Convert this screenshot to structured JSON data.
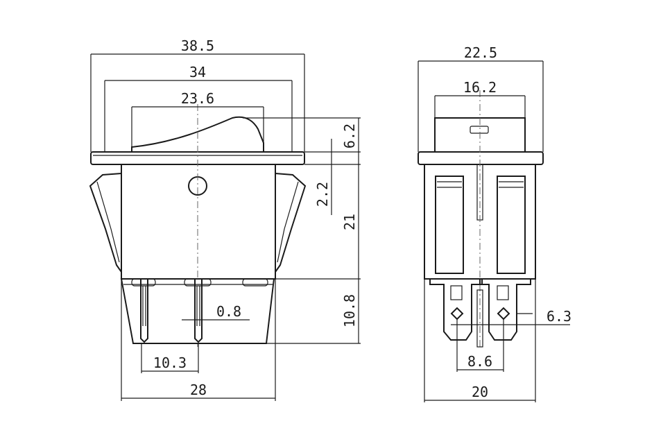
{
  "dimensions": {
    "overall_width": "38.5",
    "bezel_width": "34",
    "rocker_width": "23.6",
    "rocker_height": "6.2",
    "flange_offset": "2.2",
    "body_height": "21",
    "terminal_length": "10.8",
    "terminal_thickness": "0.8",
    "terminal_pitch": "10.3",
    "body_width": "28",
    "side_width": "22.5",
    "side_top_width": "16.2",
    "side_terminal_width": "6.3",
    "side_terminal_pitch": "8.6",
    "side_body_width": "20"
  }
}
